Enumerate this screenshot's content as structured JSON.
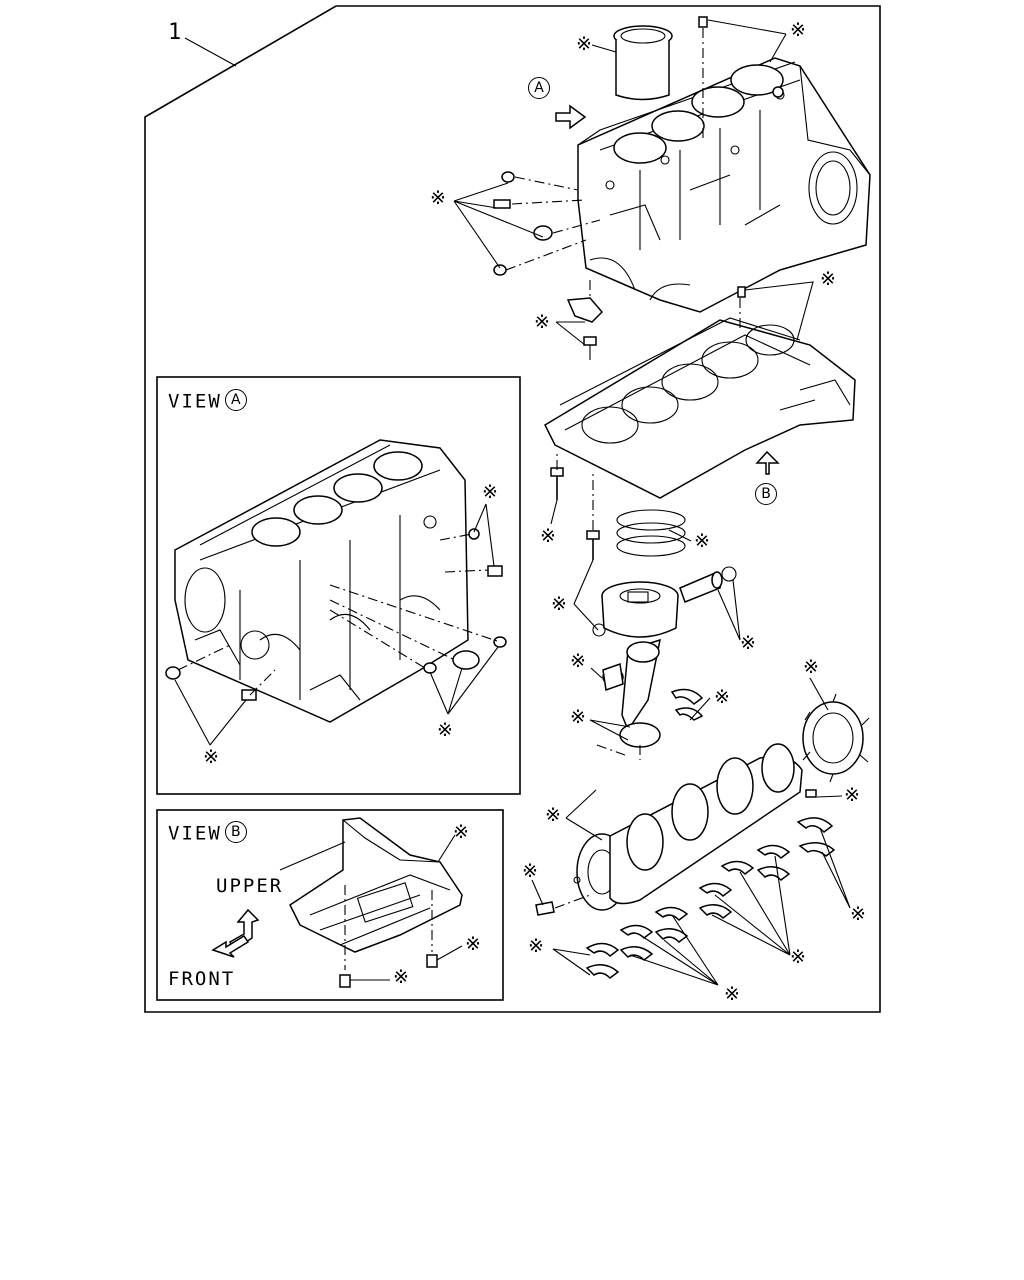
{
  "callout_number": "1",
  "note_mark": "※",
  "view_a": {
    "label": "VIEW",
    "marker": "A"
  },
  "view_b": {
    "label": "VIEW",
    "marker": "B"
  },
  "arrow_a_marker": "A",
  "arrow_b_marker": "B",
  "labels": {
    "upper": "UPPER",
    "front": "FRONT"
  },
  "icons": [
    "asterisk-note-icon",
    "view-arrow-icon",
    "direction-arrows-icon"
  ]
}
